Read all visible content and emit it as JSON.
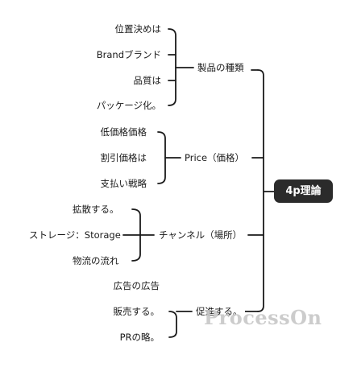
{
  "root": "4p理論",
  "branches": [
    {
      "label": "製品の種類",
      "items": [
        "位置決めは",
        "Brandブランド",
        "品質は",
        "パッケージ化。"
      ]
    },
    {
      "label": "Price（価格）",
      "items": [
        "低価格価格",
        "割引価格は",
        "支払い戦略"
      ]
    },
    {
      "label": "チャンネル（場所）",
      "items": [
        "拡散する。",
        "ストレージ：Storage",
        "物流の流れ"
      ]
    },
    {
      "label": "促進する。",
      "items": [
        "広告の広告",
        "販売する。",
        "PRの略。"
      ]
    }
  ],
  "watermark": "ProcessOn"
}
